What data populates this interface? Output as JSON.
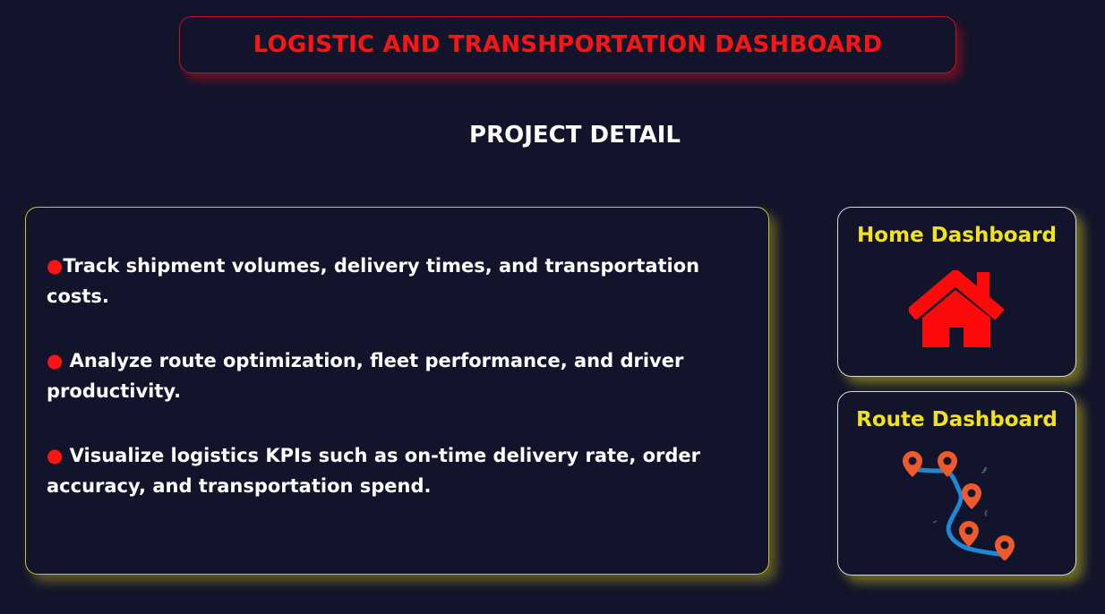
{
  "header": {
    "title": "LOGISTIC AND TRANSHPORTATION DASHBOARD"
  },
  "section": {
    "heading": "PROJECT DETAIL"
  },
  "details": {
    "bullets": [
      {
        "marker": "●",
        "text": "Track shipment volumes, delivery times, and transportation costs."
      },
      {
        "marker": "●",
        "text": " Analyze route optimization, fleet performance, and driver productivity."
      },
      {
        "marker": "●",
        "text": " Visualize logistics KPIs such as on-time delivery rate, order accuracy, and  transportation spend."
      }
    ]
  },
  "nav": {
    "home": {
      "label": "Home Dashboard",
      "icon": "house-icon"
    },
    "route": {
      "label": "Route Dashboard",
      "icon": "route-map-icon"
    }
  },
  "colors": {
    "background": "#12142b",
    "title_red": "#ff1414",
    "nav_label_yellow": "#f2e21a",
    "card_border_yellow": "#c9c22a",
    "pin_orange": "#ee5a2c",
    "route_blue": "#1e88d6"
  }
}
